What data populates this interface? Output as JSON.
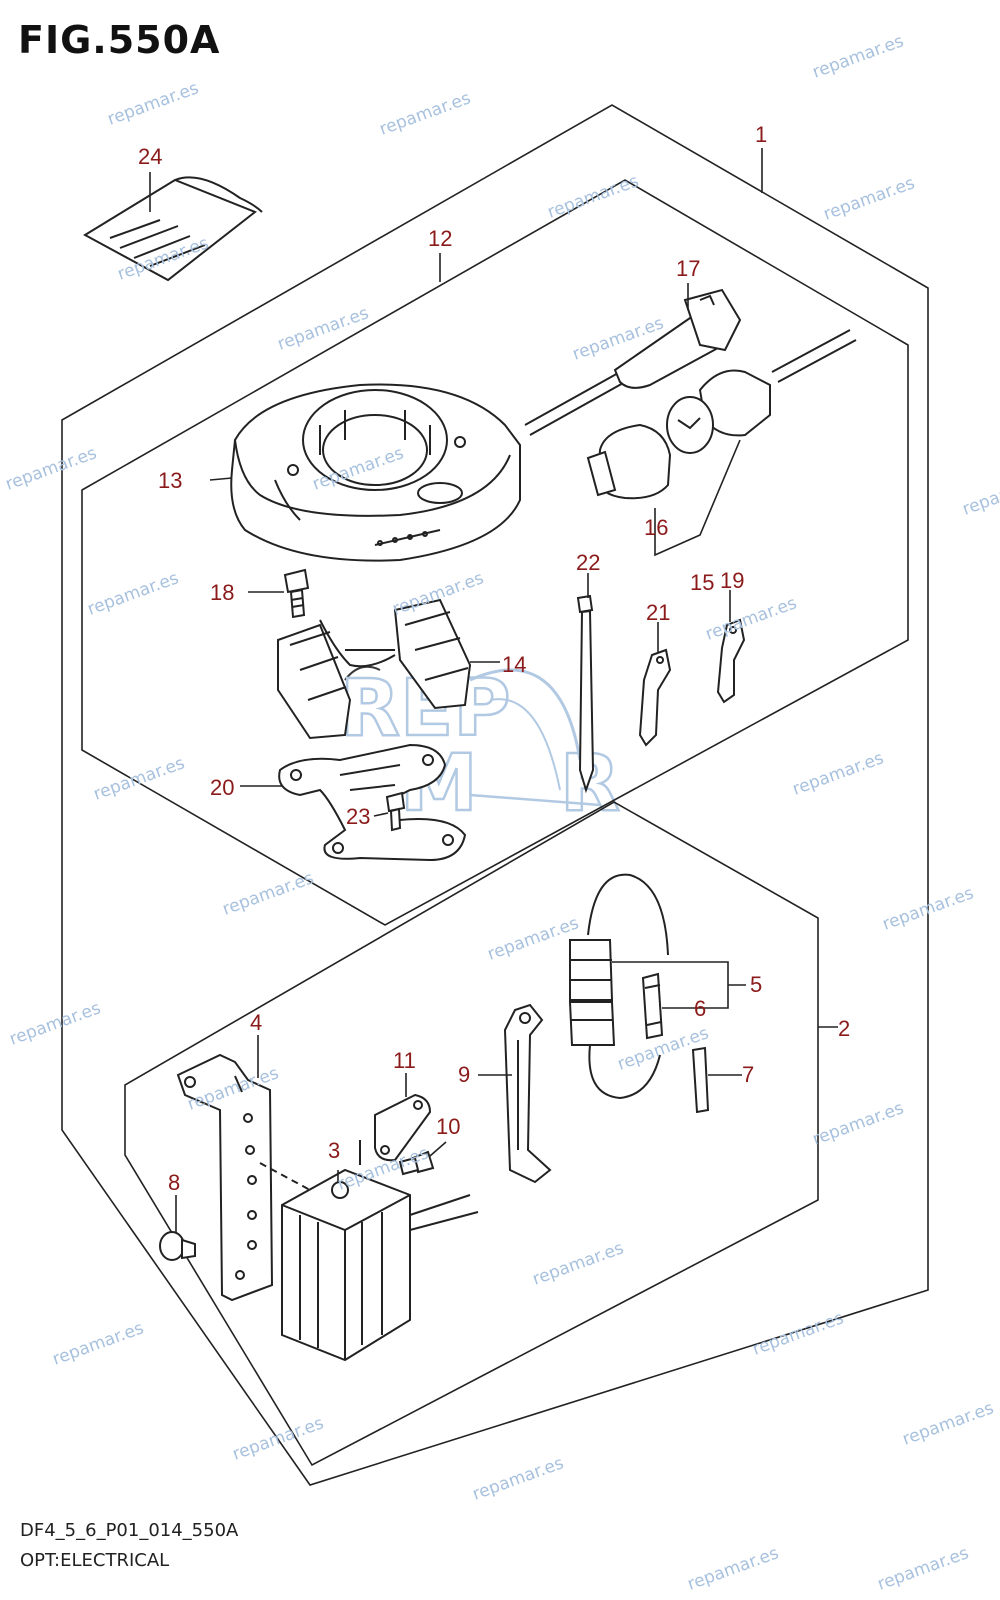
{
  "figure": {
    "title": "FIG.550A",
    "code": "DF4_5_6_P01_014_550A",
    "subtitle": "OPT:ELECTRICAL"
  },
  "watermark": {
    "text": "repamar.es"
  },
  "callouts": [
    "1",
    "2",
    "3",
    "4",
    "5",
    "6",
    "7",
    "8",
    "9",
    "10",
    "11",
    "12",
    "13",
    "14",
    "15",
    "16",
    "17",
    "18",
    "19",
    "20",
    "21",
    "22",
    "23",
    "24"
  ],
  "colors": {
    "callout": "#8b1a1a",
    "line": "#222222",
    "watermark": "#a7c1de"
  }
}
